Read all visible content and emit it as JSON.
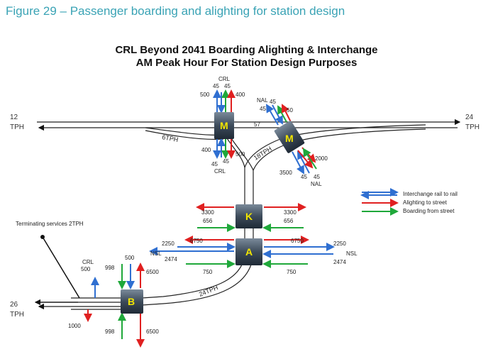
{
  "figure_caption": "Figure 29 – Passenger boarding and alighting for station design",
  "title_line1": "CRL Beyond 2041 Boarding Alighting & Interchange",
  "title_line2": "AM Peak Hour For Station Design Purposes",
  "colors": {
    "interchange": "#2f6fd1",
    "alighting": "#e02020",
    "boarding": "#1fa83a",
    "caption": "#3aa3b5",
    "station_letter": "#f2e600"
  },
  "stations": {
    "M": "M",
    "M2": "M",
    "K": "K",
    "A": "A",
    "B": "B"
  },
  "labels": {
    "tph_12": "12",
    "tph_12_unit": "TPH",
    "tph_24": "24",
    "tph_24_unit": "TPH",
    "tph_26": "26",
    "tph_26_unit": "TPH",
    "track_6tph": "6TPH",
    "track_18tph": "18TPH",
    "track_24tph": "24TPH",
    "m_crl_top": "CRL",
    "m_45a": "45",
    "m_45b": "45",
    "m_500": "500",
    "m_400": "400",
    "m_400b": "400",
    "m_500b": "500",
    "m_45c": "45",
    "m_45d": "45",
    "m_crl_bot": "CRL",
    "m2_nal_top": "NAL",
    "m2_45a": "45",
    "m2_45b": "45",
    "m2_50": "50",
    "m2_57": "57",
    "m2_2000": "2000",
    "m2_3500": "3500",
    "m2_45c": "45",
    "m2_45d": "45",
    "m2_nal_bot": "NAL",
    "k_3300a": "3300",
    "k_656a": "656",
    "k_3300b": "3300",
    "k_656b": "656",
    "a_2250a": "2250",
    "a_6750a": "6750",
    "a_6750b": "6750",
    "a_2250b": "2250",
    "a_nsl_l": "NSL",
    "a_nsl_r": "NSL",
    "a_2474a": "2474",
    "a_2474b": "2474",
    "a_750a": "750",
    "a_750b": "750",
    "b_crl": "CRL",
    "b_500a": "500",
    "b_998a": "998",
    "b_500b": "500",
    "b_6500a": "6500",
    "b_1000": "1000",
    "b_998b": "998",
    "b_6500b": "6500",
    "terminating": "Terminating services 2TPH"
  },
  "legend": {
    "interchange": "Interchange  rail to rail",
    "alighting": "Alighting to street",
    "boarding": "Boarding from street"
  }
}
